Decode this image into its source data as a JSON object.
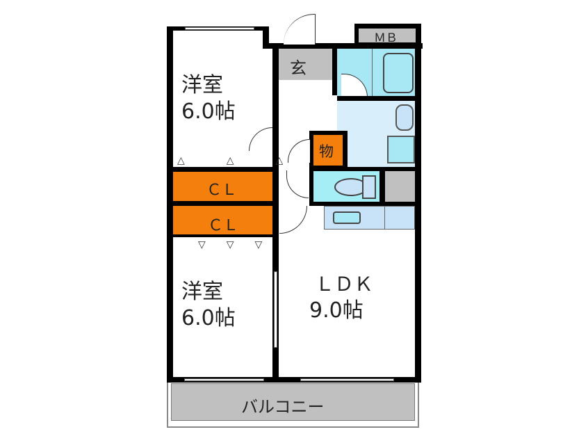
{
  "floorplan": {
    "rooms": {
      "western_room_top": {
        "name": "洋室",
        "size": "6.0帖"
      },
      "western_room_bottom": {
        "name": "洋室",
        "size": "6.0帖"
      },
      "ldk": {
        "name": "ＬＤＫ",
        "size": "9.0帖"
      },
      "entrance": {
        "name": "玄"
      },
      "storage": {
        "name": "物"
      },
      "closet_top": {
        "name": "ＣＬ"
      },
      "closet_bottom": {
        "name": "ＣＬ"
      },
      "meter_box": {
        "name": "ＭＢ"
      },
      "balcony": {
        "name": "バルコニー"
      }
    },
    "colors": {
      "closet": "#f57f0c",
      "entrance": "#c0c0c0",
      "bath": "#a8e8f5",
      "washroom": "#d8eefa",
      "toilet": "#a5eef5",
      "balcony": "#c0c0c0",
      "wall": "#000000"
    }
  }
}
